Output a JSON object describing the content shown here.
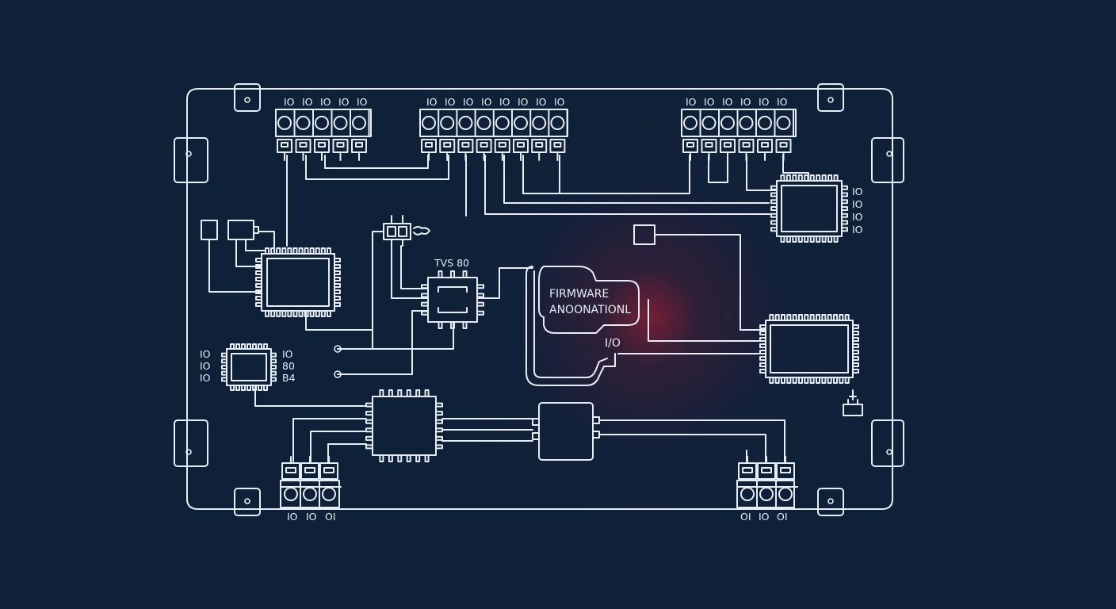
{
  "annotation": {
    "line1": "FIRMWARE",
    "line2": "ANOONATIONL",
    "io": "I/O"
  },
  "chip_label": "TVS 80",
  "terminal_blocks": {
    "top_left": [
      "IO",
      "IO",
      "IO",
      "IO",
      "IO"
    ],
    "top_center": [
      "IO",
      "IO",
      "IO",
      "IO",
      "IO",
      "IO",
      "IO",
      "IO"
    ],
    "top_right": [
      "IO",
      "IO",
      "IO",
      "IO",
      "IO",
      "IO"
    ],
    "bottom_left": [
      "IO",
      "IO",
      "OI"
    ],
    "bottom_right": [
      "OI",
      "IO",
      "OI"
    ]
  },
  "right_chip_pins": [
    "IO",
    "IO",
    "IO",
    "IO"
  ],
  "left_chip_pins_left": [
    "IO",
    "IO",
    "IO"
  ],
  "left_chip_pins_right": [
    "IO",
    "80",
    "B4"
  ]
}
